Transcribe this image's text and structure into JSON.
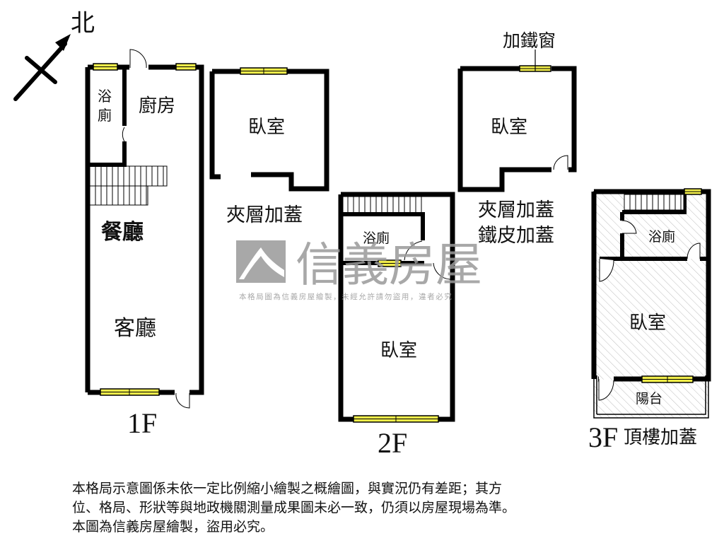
{
  "compass": {
    "label": "北",
    "icon": "north-arrow-icon"
  },
  "floors": [
    {
      "id": "1F",
      "label": "1F",
      "rooms": [
        "浴廁",
        "廚房",
        "餐廳",
        "客廳"
      ],
      "room_labels": {
        "bath_top": "浴",
        "bath_bottom": "廁",
        "kitchen": "廚房",
        "dining": "餐廳",
        "living": "客廳"
      }
    },
    {
      "id": "1F-mezzanine",
      "label": "夾層加蓋",
      "rooms": [
        "臥室"
      ],
      "room_labels": {
        "bedroom": "臥室"
      }
    },
    {
      "id": "2F",
      "label": "2F",
      "rooms": [
        "浴廁",
        "臥室"
      ],
      "room_labels": {
        "bath": "浴廁",
        "bedroom": "臥室"
      }
    },
    {
      "id": "2F-mezzanine",
      "label_line1": "夾層加蓋",
      "label_line2": "鐵皮加蓋",
      "annotation": "加鐵窗",
      "rooms": [
        "臥室"
      ],
      "room_labels": {
        "bedroom": "臥室"
      }
    },
    {
      "id": "3F",
      "label": "3F",
      "sublabel": "頂樓加蓋",
      "rooms": [
        "浴廁",
        "臥室",
        "陽台"
      ],
      "room_labels": {
        "bath": "浴廁",
        "bedroom": "臥室",
        "balcony": "陽台"
      }
    }
  ],
  "watermark": {
    "brand": "信義房屋",
    "notice": "本格局圖為信義房屋繪製，未經允許請勿盜用，違者必究"
  },
  "disclaimer": {
    "line1": "本格局示意圖係未依一定比例縮小繪製之概繪圖，與實況仍有差距；其方",
    "line2": "位、格局、形狀等與地政機關測量成果圖未必一致，仍須以房屋現場為準。",
    "line3": "本圖為信義房屋繪製，盜用必究。"
  },
  "colors": {
    "wall": "#000000",
    "window_fill": "#f2ee4a",
    "watermark": "#9a9a9a",
    "hatch": "#b5b5b5",
    "background": "#ffffff"
  }
}
